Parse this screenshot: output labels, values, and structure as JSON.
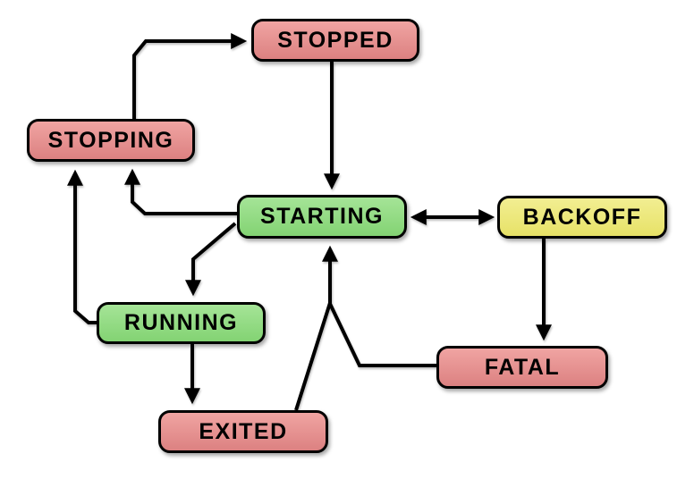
{
  "diagram": {
    "type": "state-diagram",
    "background": "#ffffff",
    "nodes": {
      "stopped": {
        "label": "STOPPED",
        "color_scheme": "red"
      },
      "stopping": {
        "label": "STOPPING",
        "color_scheme": "red"
      },
      "starting": {
        "label": "STARTING",
        "color_scheme": "green"
      },
      "backoff": {
        "label": "BACKOFF",
        "color_scheme": "yellow"
      },
      "running": {
        "label": "RUNNING",
        "color_scheme": "green"
      },
      "fatal": {
        "label": "FATAL",
        "color_scheme": "red"
      },
      "exited": {
        "label": "EXITED",
        "color_scheme": "red"
      }
    },
    "edges": [
      {
        "from": "stopping",
        "to": "stopped",
        "arrow": "single"
      },
      {
        "from": "stopped",
        "to": "starting",
        "arrow": "single"
      },
      {
        "from": "starting",
        "to": "stopping",
        "arrow": "single"
      },
      {
        "from": "running",
        "to": "stopping",
        "arrow": "single"
      },
      {
        "from": "starting",
        "to": "running",
        "arrow": "single"
      },
      {
        "from": "running",
        "to": "exited",
        "arrow": "single"
      },
      {
        "from": "exited",
        "to": "starting",
        "arrow": "single"
      },
      {
        "from": "fatal",
        "to": "starting",
        "arrow": "single"
      },
      {
        "from": "starting",
        "to": "backoff",
        "arrow": "double"
      },
      {
        "from": "backoff",
        "to": "fatal",
        "arrow": "single"
      }
    ],
    "colors": {
      "red_fill_top": "#f0a4a2",
      "red_fill_bottom": "#dc8181",
      "green_fill_top": "#a5e497",
      "green_fill_bottom": "#83d373",
      "yellow_fill_top": "#f2ee92",
      "yellow_fill_bottom": "#e7e267",
      "node_border": "#000000",
      "edge_stroke": "#000000",
      "label_text": "#000000"
    }
  }
}
